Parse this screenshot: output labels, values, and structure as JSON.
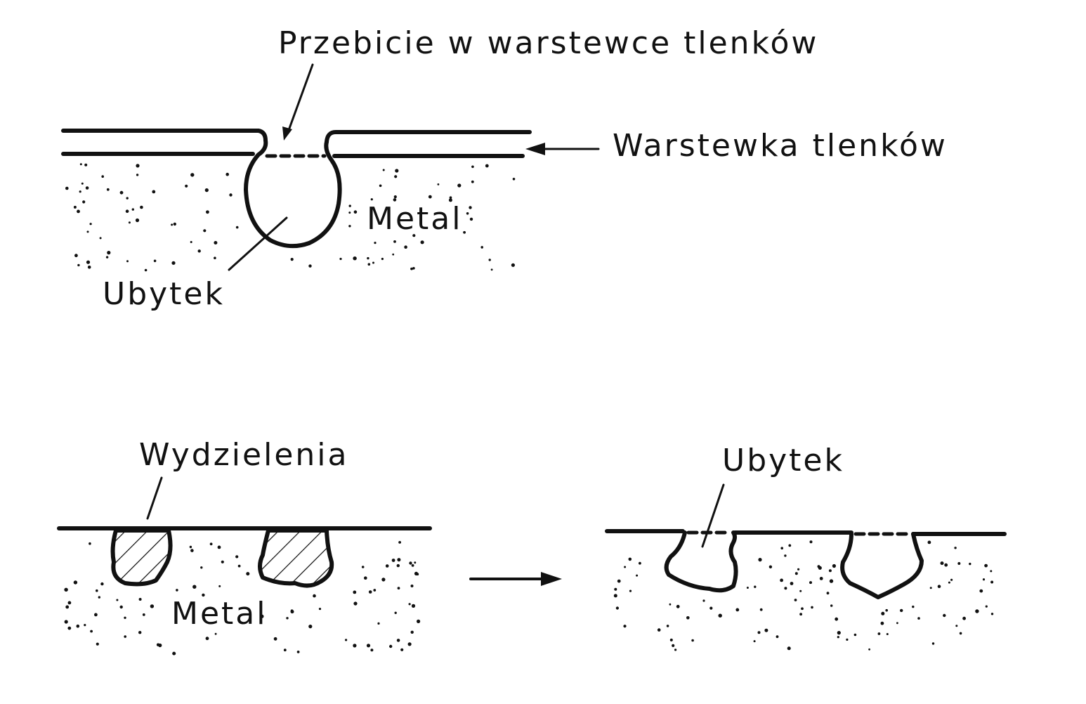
{
  "top_figure": {
    "label_breach": "Przebicie w warstewce tlenków",
    "label_oxide_layer": "Warstewka tlenków",
    "label_metal": "Metal",
    "label_pit": "Ubytek"
  },
  "bottom_left_figure": {
    "label_precipitates": "Wydzielenia",
    "label_metal": "Metal"
  },
  "bottom_right_figure": {
    "label_pit": "Ubytek"
  }
}
